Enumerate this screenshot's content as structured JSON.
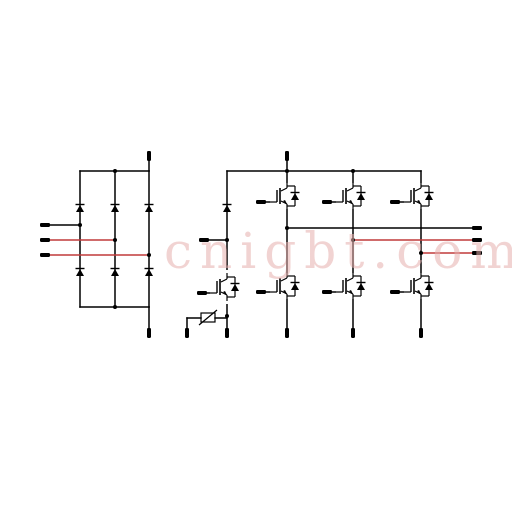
{
  "watermark": {
    "text": "cnigbt.com",
    "color": "#e7b0ae"
  },
  "colors": {
    "wire": "#000000",
    "ac_line": "#c03a3a",
    "background": "#ffffff"
  },
  "circuit": {
    "rectifier_legs": 3,
    "brake_chopper": true,
    "inverter_legs": 3,
    "component_icons": [
      "diode-icon",
      "igbt-icon",
      "ntc-thermistor-icon"
    ]
  }
}
